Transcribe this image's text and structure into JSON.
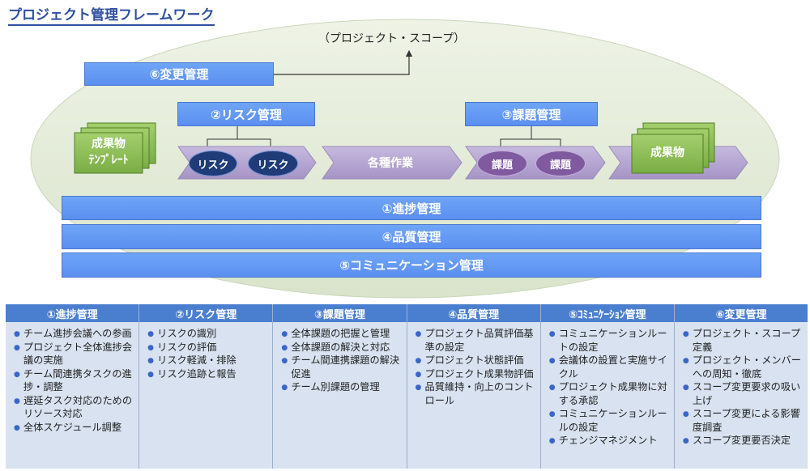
{
  "title": "プロジェクト管理フレームワーク",
  "scope_label": "（プロジェクト・スコープ）",
  "change_mgmt_box": "⑥変更管理",
  "risk_mgmt_box": "②リスク管理",
  "issue_mgmt_box": "③課題管理",
  "template_stack": {
    "line1": "成果物",
    "line2": "ﾃﾝﾌﾟﾚｰﾄ"
  },
  "deliverable_stack": "成果物",
  "risk_pills": [
    "リスク",
    "リスク"
  ],
  "work_label": "各種作業",
  "issue_pills": [
    "課題",
    "課題"
  ],
  "bars": [
    "①進捗管理",
    "④品質管理",
    "⑤コミュニケーション管理"
  ],
  "colors": {
    "ellipse": "#e2ebd7",
    "bar_blue": "#5b8ff0",
    "chevron_purple": "#b3a3d0",
    "stack_green": "#8fbf5a",
    "header_blue": "#4a7fd0",
    "cell_bg": "#d8e2f0"
  },
  "table": {
    "columns": [
      {
        "header": "①進捗管理",
        "items": [
          "チーム進捗会議への参画",
          "プロジェクト全体進捗会議の実施",
          "チーム間連携タスクの進捗・調整",
          "遅延タスク対応のためのリソース対応",
          "全体スケジュール調整"
        ]
      },
      {
        "header": "②リスク管理",
        "items": [
          "リスクの識別",
          "リスクの評価",
          "リスク軽減・排除",
          "リスク追跡と報告"
        ]
      },
      {
        "header": "③課題管理",
        "items": [
          "全体課題の把握と管理",
          "全体課題の解決と対応",
          "チーム間連携課題の解決促進",
          "チーム別課題の管理"
        ]
      },
      {
        "header": "④品質管理",
        "items": [
          "プロジェクト品質評価基準の設定",
          "プロジェクト状態評価",
          "プロジェクト成果物評価",
          "品質維持・向上のコントロール"
        ]
      },
      {
        "header": "⑤ｺﾐｭﾆｹｰｼｮﾝ管理",
        "items": [
          "コミュニケーションルートの設定",
          "会議体の設置と実施サイクル",
          "プロジェクト成果物に対する承認",
          "コミュニケーションルールの設定",
          "チェンジマネジメント"
        ]
      },
      {
        "header": "⑥変更管理",
        "items": [
          "プロジェクト・スコープ定義",
          "プロジェクト・メンバーへの周知・徹底",
          "スコープ変更要求の吸い上げ",
          "スコープ変更による影響度調査",
          "スコープ変更要否決定"
        ]
      }
    ]
  }
}
